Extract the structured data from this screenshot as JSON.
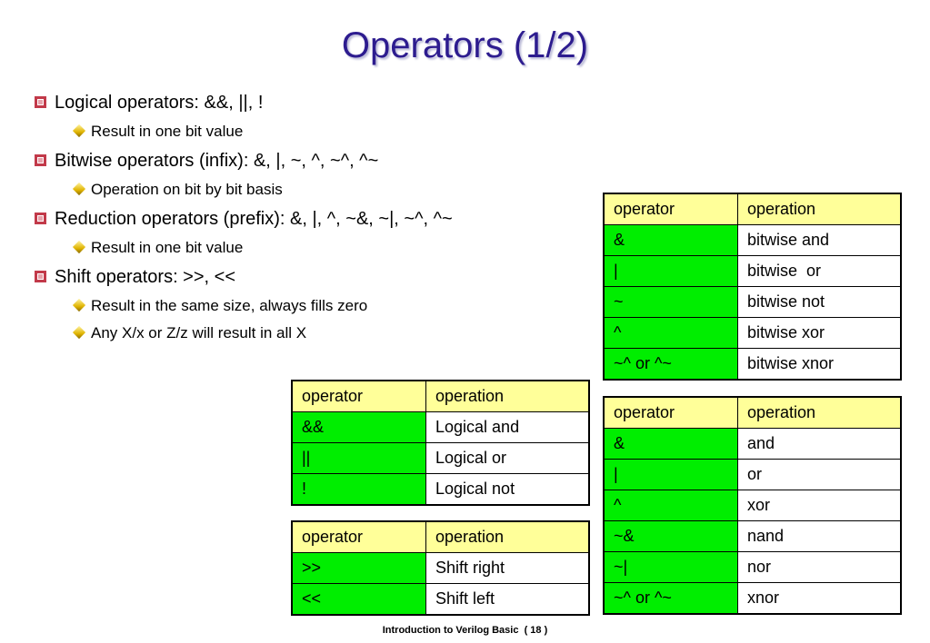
{
  "title": "Operators (1/2)",
  "bullets": [
    {
      "text": "Logical operators: &&, ||, !",
      "subs": [
        "Result in one bit value"
      ]
    },
    {
      "text": "Bitwise operators (infix): &, |, ~, ^, ~^, ^~",
      "subs": [
        "Operation on bit by bit basis"
      ]
    },
    {
      "text": "Reduction operators (prefix): &, |, ^, ~&, ~|, ~^, ^~",
      "subs": [
        "Result in one bit value"
      ]
    },
    {
      "text": "Shift operators: >>, <<",
      "subs": [
        "Result in the same size, always fills zero",
        "Any X/x or Z/z will result in all X"
      ]
    }
  ],
  "tables": {
    "bitwise": {
      "header": [
        "operator",
        "operation"
      ],
      "rows": [
        [
          "&",
          "bitwise and"
        ],
        [
          "|",
          "bitwise  or"
        ],
        [
          "~",
          "bitwise not"
        ],
        [
          "^",
          "bitwise xor"
        ],
        [
          "~^ or ^~",
          "bitwise xnor"
        ]
      ]
    },
    "logical": {
      "header": [
        "operator",
        "operation"
      ],
      "rows": [
        [
          "&&",
          "Logical and"
        ],
        [
          "||",
          "Logical or"
        ],
        [
          "!",
          "Logical not"
        ]
      ]
    },
    "shift": {
      "header": [
        "operator",
        "operation"
      ],
      "rows": [
        [
          ">>",
          "Shift right"
        ],
        [
          "<<",
          "Shift left"
        ]
      ]
    },
    "reduction": {
      "header": [
        "operator",
        "operation"
      ],
      "rows": [
        [
          "&",
          "and"
        ],
        [
          "|",
          "or"
        ],
        [
          "^",
          "xor"
        ],
        [
          "~&",
          "nand"
        ],
        [
          "~|",
          "nor"
        ],
        [
          "~^ or ^~",
          "xnor"
        ]
      ]
    }
  },
  "footer": "Introduction to Verilog Basic  ( 18 )"
}
